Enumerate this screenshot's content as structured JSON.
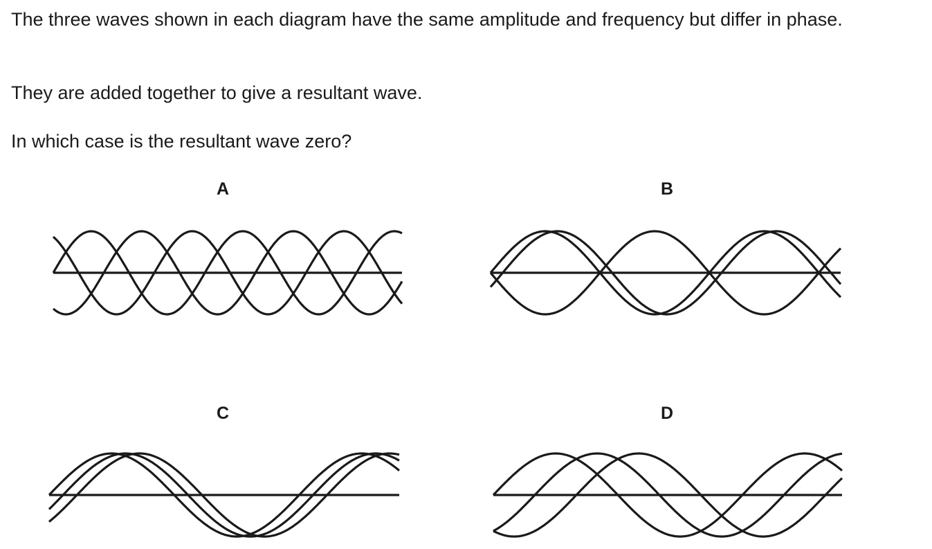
{
  "question": {
    "line1": "The three waves shown in each diagram have the same amplitude and frequency but differ in phase.",
    "line2": "They are added together to give a resultant wave.",
    "line3": "In which case is the resultant wave zero?"
  },
  "options": {
    "a": {
      "label": "A",
      "phases_deg": [
        0,
        120,
        240
      ],
      "cycles": 2.3
    },
    "b": {
      "label": "B",
      "phases_deg": [
        0,
        20,
        180
      ],
      "cycles": 1.6
    },
    "c": {
      "label": "C",
      "phases_deg": [
        0,
        20,
        40
      ],
      "cycles": 1.4
    },
    "d": {
      "label": "D",
      "phases_deg": [
        0,
        60,
        120
      ],
      "cycles": 1.4
    }
  }
}
